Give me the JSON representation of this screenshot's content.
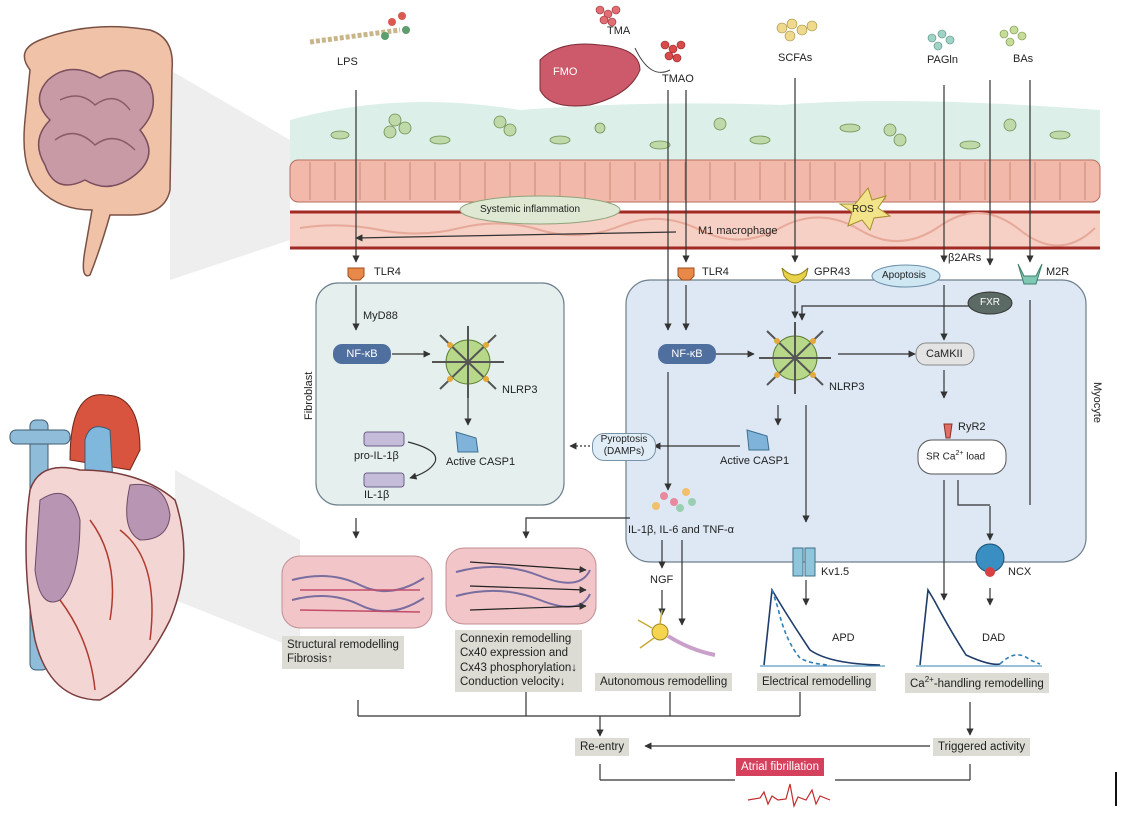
{
  "signals": {
    "lps": "LPS",
    "tma": "TMA",
    "fmo": "FMO",
    "tmao": "TMAO",
    "scfas": "SCFAs",
    "pagln": "PAGln",
    "bas": "BAs"
  },
  "gut": {
    "systemic_inflammation": "Systemic inflammation",
    "ros": "ROS",
    "m1_macrophage": "M1 macrophage"
  },
  "receptors": {
    "tlr4_fibroblast": "TLR4",
    "tlr4_myocyte": "TLR4",
    "gpr43": "GPR43",
    "beta2ars": "β2ARs",
    "m2r": "M2R",
    "apoptosis": "Apoptosis",
    "fxr": "FXR"
  },
  "fibroblast": {
    "title": "Fibroblast",
    "myd88": "MyD88",
    "nfkb": "NF-κB",
    "nlrp3": "NLRP3",
    "active_casp1": "Active CASP1",
    "pro_il1b": "pro-IL-1β",
    "il1b": "IL-1β"
  },
  "myocyte": {
    "title": "Myocyte",
    "nfkb": "NF-κB",
    "nlrp3": "NLRP3",
    "camkii": "CaMKII",
    "active_casp1": "Active CASP1",
    "pyroptosis": "Pyroptosis",
    "damps": "(DAMPs)",
    "ryr2": "RyR2",
    "sr_load_pre": "SR Ca",
    "sr_load_sup": "2+",
    "sr_load_post": " load",
    "cytokines": "IL-1β, IL-6 and TNF-α",
    "kv15": "Kv1.5",
    "ncx": "NCX"
  },
  "outcomes": {
    "ngf": "NGF",
    "apd": "APD",
    "dad": "DAD",
    "structural": [
      "Structural remodelling",
      "Fibrosis↑"
    ],
    "connexin": [
      "Connexin remodelling",
      "Cx40 expression and",
      "Cx43 phosphorylation↓",
      "Conduction velocity↓"
    ],
    "autonomous": "Autonomous remodelling",
    "electrical": "Electrical remodelling",
    "ca_handling_pre": "Ca",
    "ca_handling_sup": "2+",
    "ca_handling_post": "-handling remodelling",
    "reentry": "Re-entry",
    "triggered": "Triggered activity",
    "af": "Atrial fibrillation"
  },
  "colors": {
    "membrane": "#f6d3c9",
    "epithelium": "#f2b9aa",
    "vessel": "#a12a24",
    "cell_bg": "#e7f0f4",
    "myocyte_bg": "#dde8f4",
    "nfkb": "#4f6f9f",
    "af_box": "#d5415d",
    "grey_box": "#dcdcd4"
  }
}
